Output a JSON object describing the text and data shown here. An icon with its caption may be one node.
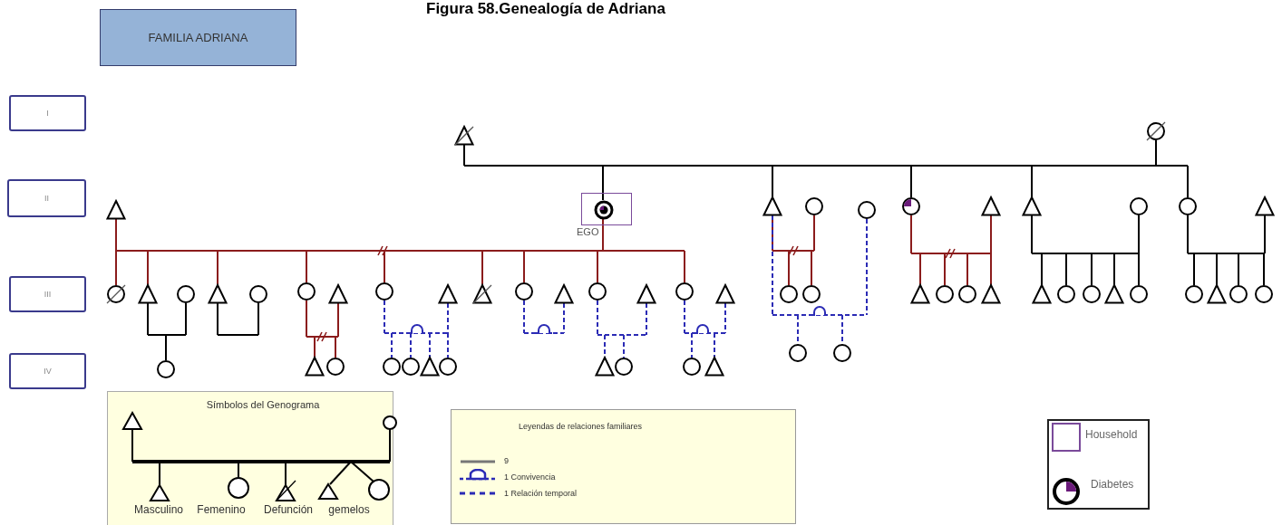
{
  "diagram": {
    "title": "Figura 58.Genealogía de Adriana",
    "nodes": [
      {
        "text": [
          "FAMILIA ADRIANA"
        ]
      },
      {
        "text": [
          "I"
        ]
      },
      {
        "text": [
          "II"
        ]
      },
      {
        "text": [
          "III"
        ]
      },
      {
        "text": [
          "IV"
        ]
      },
      {
        "text": [],
        "shape": "triangle"
      },
      {
        "text": [],
        "shape": "circle"
      },
      {
        "text": [],
        "shape": "box"
      },
      {
        "text": [],
        "shape": "circle",
        "in": 7,
        "beside": [
          "EGO"
        ]
      },
      {
        "text": [],
        "shape": "triangle"
      },
      {
        "text": [],
        "shape": "triangle"
      },
      {
        "text": [],
        "shape": "circle"
      },
      {
        "text": [],
        "shape": "circle"
      },
      {
        "text": [],
        "shape": "circle"
      },
      {
        "text": [],
        "shape": "triangle"
      },
      {
        "text": [],
        "shape": "triangle"
      },
      {
        "text": [],
        "shape": "circle"
      },
      {
        "text": [],
        "shape": "circle"
      },
      {
        "text": [],
        "shape": "triangle"
      },
      {
        "text": [],
        "shape": "circle"
      },
      {
        "text": [],
        "shape": "triangle"
      },
      {
        "text": [],
        "shape": "circle"
      },
      {
        "text": [],
        "shape": "triangle"
      },
      {
        "text": [],
        "shape": "circle"
      },
      {
        "text": [],
        "shape": "circle"
      },
      {
        "text": [],
        "shape": "triangle"
      },
      {
        "text": [],
        "shape": "circle"
      },
      {
        "text": [],
        "shape": "triangle"
      },
      {
        "text": [],
        "shape": "triangle"
      },
      {
        "text": [],
        "shape": "circle"
      },
      {
        "text": [],
        "shape": "triangle"
      },
      {
        "text": [],
        "shape": "circle"
      },
      {
        "text": [],
        "shape": "triangle"
      },
      {
        "text": [],
        "shape": "circle"
      },
      {
        "text": [],
        "shape": "triangle"
      },
      {
        "text": [],
        "shape": "circle"
      },
      {
        "text": [],
        "shape": "circle"
      },
      {
        "text": [],
        "shape": "triangle"
      },
      {
        "text": [],
        "shape": "circle"
      },
      {
        "text": [],
        "shape": "circle"
      },
      {
        "text": [],
        "shape": "triangle"
      },
      {
        "text": [],
        "shape": "triangle"
      },
      {
        "text": [],
        "shape": "circle"
      },
      {
        "text": [],
        "shape": "circle"
      },
      {
        "text": [],
        "shape": "triangle"
      },
      {
        "text": [],
        "shape": "circle"
      },
      {
        "text": [],
        "shape": "circle"
      },
      {
        "text": [],
        "shape": "triangle"
      },
      {
        "text": [],
        "shape": "circle"
      },
      {
        "text": [],
        "shape": "circle"
      },
      {
        "text": [],
        "shape": "circle"
      },
      {
        "text": [],
        "shape": "circle"
      },
      {
        "text": [],
        "shape": "circle"
      },
      {
        "text": [],
        "shape": "triangle"
      },
      {
        "text": [],
        "shape": "circle"
      },
      {
        "text": [],
        "shape": "circle"
      },
      {
        "text": [],
        "shape": "circle"
      },
      {
        "text": [],
        "shape": "triangle"
      },
      {
        "text": [],
        "shape": "circle"
      },
      {
        "text": [],
        "shape": "triangle"
      },
      {
        "text": [],
        "shape": "circle"
      },
      {
        "text": [],
        "shape": "circle"
      },
      {
        "text": [],
        "shape": "triangle"
      }
    ],
    "edges": [
      {
        "from": 5,
        "to": 6,
        "arrow": "none",
        "color": "#000000"
      },
      {
        "from": 5,
        "to": 8,
        "arrow": "none",
        "color": "#000000"
      },
      {
        "from": 6,
        "to": 8,
        "arrow": "none",
        "color": "#000000"
      },
      {
        "from": 5,
        "to": 10,
        "arrow": "none",
        "color": "#000000"
      },
      {
        "from": 6,
        "to": 10,
        "arrow": "none",
        "color": "#000000"
      },
      {
        "from": 5,
        "to": 13,
        "arrow": "none",
        "color": "#000000"
      },
      {
        "from": 6,
        "to": 13,
        "arrow": "none",
        "color": "#000000"
      },
      {
        "from": 5,
        "to": 15,
        "arrow": "none",
        "color": "#000000"
      },
      {
        "from": 6,
        "to": 15,
        "arrow": "none",
        "color": "#000000"
      },
      {
        "from": 5,
        "to": 17,
        "arrow": "none",
        "color": "#000000"
      },
      {
        "from": 6,
        "to": 17,
        "arrow": "none",
        "color": "#000000"
      },
      {
        "from": 9,
        "to": 8,
        "arrow": "none",
        "color": "#8b1c1c"
      },
      {
        "from": 9,
        "to": 19,
        "arrow": "none",
        "color": "#8b1c1c"
      },
      {
        "from": 8,
        "to": 19,
        "arrow": "none",
        "color": "#8b1c1c"
      },
      {
        "from": 9,
        "to": 20,
        "arrow": "none",
        "color": "#8b1c1c"
      },
      {
        "from": 8,
        "to": 20,
        "arrow": "none",
        "color": "#8b1c1c"
      },
      {
        "from": 9,
        "to": 22,
        "arrow": "none",
        "color": "#8b1c1c"
      },
      {
        "from": 8,
        "to": 22,
        "arrow": "none",
        "color": "#8b1c1c"
      },
      {
        "from": 9,
        "to": 24,
        "arrow": "none",
        "color": "#8b1c1c"
      },
      {
        "from": 8,
        "to": 24,
        "arrow": "none",
        "color": "#8b1c1c"
      },
      {
        "from": 9,
        "to": 26,
        "arrow": "none",
        "color": "#8b1c1c"
      },
      {
        "from": 8,
        "to": 26,
        "arrow": "none",
        "color": "#8b1c1c"
      },
      {
        "from": 9,
        "to": 28,
        "arrow": "none",
        "color": "#8b1c1c"
      },
      {
        "from": 8,
        "to": 28,
        "arrow": "none",
        "color": "#8b1c1c"
      },
      {
        "from": 9,
        "to": 29,
        "arrow": "none",
        "color": "#8b1c1c"
      },
      {
        "from": 8,
        "to": 29,
        "arrow": "none",
        "color": "#8b1c1c"
      },
      {
        "from": 9,
        "to": 31,
        "arrow": "none",
        "color": "#8b1c1c"
      },
      {
        "from": 8,
        "to": 31,
        "arrow": "none",
        "color": "#8b1c1c"
      },
      {
        "from": 9,
        "to": 33,
        "arrow": "none",
        "color": "#8b1c1c"
      },
      {
        "from": 8,
        "to": 33,
        "arrow": "none",
        "color": "#8b1c1c"
      },
      {
        "from": 20,
        "to": 21,
        "arrow": "none",
        "color": "#000000"
      },
      {
        "from": 20,
        "to": 52,
        "arrow": "none",
        "color": "#000000"
      },
      {
        "from": 21,
        "to": 52,
        "arrow": "none",
        "color": "#000000"
      },
      {
        "from": 22,
        "to": 23,
        "arrow": "none",
        "color": "#000000"
      },
      {
        "from": 24,
        "to": 25,
        "arrow": "none",
        "color": "#8b1c1c"
      },
      {
        "from": 24,
        "to": 53,
        "arrow": "none",
        "color": "#8b1c1c"
      },
      {
        "from": 25,
        "to": 53,
        "arrow": "none",
        "color": "#8b1c1c"
      },
      {
        "from": 24,
        "to": 54,
        "arrow": "none",
        "color": "#8b1c1c"
      },
      {
        "from": 25,
        "to": 54,
        "arrow": "none",
        "color": "#8b1c1c"
      },
      {
        "from": 26,
        "to": 27,
        "arrow": "none",
        "style": "dashed",
        "color": "#2b2bb5"
      },
      {
        "from": 26,
        "to": 55,
        "arrow": "none",
        "style": "dashed",
        "color": "#2b2bb5"
      },
      {
        "from": 27,
        "to": 55,
        "arrow": "none",
        "style": "dashed",
        "color": "#2b2bb5"
      },
      {
        "from": 26,
        "to": 56,
        "arrow": "none",
        "style": "dashed",
        "color": "#2b2bb5"
      },
      {
        "from": 27,
        "to": 56,
        "arrow": "none",
        "style": "dashed",
        "color": "#2b2bb5"
      },
      {
        "from": 26,
        "to": 57,
        "arrow": "none",
        "style": "dashed",
        "color": "#2b2bb5"
      },
      {
        "from": 27,
        "to": 57,
        "arrow": "none",
        "style": "dashed",
        "color": "#2b2bb5"
      },
      {
        "from": 26,
        "to": 58,
        "arrow": "none",
        "style": "dashed",
        "color": "#2b2bb5"
      },
      {
        "from": 27,
        "to": 58,
        "arrow": "none",
        "style": "dashed",
        "color": "#2b2bb5"
      },
      {
        "from": 29,
        "to": 30,
        "arrow": "none",
        "style": "dashed",
        "color": "#2b2bb5"
      },
      {
        "from": 31,
        "to": 32,
        "arrow": "none",
        "style": "dashed",
        "color": "#2b2bb5"
      },
      {
        "from": 31,
        "to": 59,
        "arrow": "none",
        "style": "dashed",
        "color": "#2b2bb5"
      },
      {
        "from": 32,
        "to": 59,
        "arrow": "none",
        "style": "dashed",
        "color": "#2b2bb5"
      },
      {
        "from": 31,
        "to": 60,
        "arrow": "none",
        "style": "dashed",
        "color": "#2b2bb5"
      },
      {
        "from": 32,
        "to": 60,
        "arrow": "none",
        "style": "dashed",
        "color": "#2b2bb5"
      },
      {
        "from": 33,
        "to": 34,
        "arrow": "none",
        "style": "dashed",
        "color": "#2b2bb5"
      },
      {
        "from": 33,
        "to": 61,
        "arrow": "none",
        "style": "dashed",
        "color": "#2b2bb5"
      },
      {
        "from": 34,
        "to": 61,
        "arrow": "none",
        "style": "dashed",
        "color": "#2b2bb5"
      },
      {
        "from": 33,
        "to": 62,
        "arrow": "none",
        "style": "dashed",
        "color": "#2b2bb5"
      },
      {
        "from": 34,
        "to": 62,
        "arrow": "none",
        "style": "dashed",
        "color": "#2b2bb5"
      },
      {
        "from": 10,
        "to": 11,
        "arrow": "none",
        "color": "#8b1c1c"
      },
      {
        "from": 10,
        "to": 35,
        "arrow": "none",
        "color": "#8b1c1c"
      },
      {
        "from": 11,
        "to": 35,
        "arrow": "none",
        "color": "#8b1c1c"
      },
      {
        "from": 10,
        "to": 36,
        "arrow": "none",
        "color": "#8b1c1c"
      },
      {
        "from": 11,
        "to": 36,
        "arrow": "none",
        "color": "#8b1c1c"
      },
      {
        "from": 10,
        "to": 12,
        "arrow": "none",
        "style": "dashed",
        "color": "#2b2bb5"
      },
      {
        "from": 10,
        "to": 50,
        "arrow": "none",
        "style": "dashed",
        "color": "#2b2bb5"
      },
      {
        "from": 12,
        "to": 50,
        "arrow": "none",
        "style": "dashed",
        "color": "#2b2bb5"
      },
      {
        "from": 10,
        "to": 51,
        "arrow": "none",
        "style": "dashed",
        "color": "#2b2bb5"
      },
      {
        "from": 12,
        "to": 51,
        "arrow": "none",
        "style": "dashed",
        "color": "#2b2bb5"
      },
      {
        "from": 13,
        "to": 14,
        "arrow": "none",
        "color": "#8b1c1c"
      },
      {
        "from": 13,
        "to": 37,
        "arrow": "none",
        "color": "#8b1c1c"
      },
      {
        "from": 14,
        "to": 37,
        "arrow": "none",
        "color": "#8b1c1c"
      },
      {
        "from": 13,
        "to": 38,
        "arrow": "none",
        "color": "#8b1c1c"
      },
      {
        "from": 14,
        "to": 38,
        "arrow": "none",
        "color": "#8b1c1c"
      },
      {
        "from": 13,
        "to": 39,
        "arrow": "none",
        "color": "#8b1c1c"
      },
      {
        "from": 14,
        "to": 39,
        "arrow": "none",
        "color": "#8b1c1c"
      },
      {
        "from": 13,
        "to": 40,
        "arrow": "none",
        "color": "#8b1c1c"
      },
      {
        "from": 14,
        "to": 40,
        "arrow": "none",
        "color": "#8b1c1c"
      },
      {
        "from": 15,
        "to": 16,
        "arrow": "none",
        "color": "#000000"
      },
      {
        "from": 15,
        "to": 41,
        "arrow": "none",
        "color": "#000000"
      },
      {
        "from": 16,
        "to": 41,
        "arrow": "none",
        "color": "#000000"
      },
      {
        "from": 15,
        "to": 42,
        "arrow": "none",
        "color": "#000000"
      },
      {
        "from": 16,
        "to": 42,
        "arrow": "none",
        "color": "#000000"
      },
      {
        "from": 15,
        "to": 43,
        "arrow": "none",
        "color": "#000000"
      },
      {
        "from": 16,
        "to": 43,
        "arrow": "none",
        "color": "#000000"
      },
      {
        "from": 15,
        "to": 44,
        "arrow": "none",
        "color": "#000000"
      },
      {
        "from": 16,
        "to": 44,
        "arrow": "none",
        "color": "#000000"
      },
      {
        "from": 15,
        "to": 45,
        "arrow": "none",
        "color": "#000000"
      },
      {
        "from": 16,
        "to": 45,
        "arrow": "none",
        "color": "#000000"
      },
      {
        "from": 17,
        "to": 18,
        "arrow": "none",
        "color": "#000000"
      },
      {
        "from": 17,
        "to": 46,
        "arrow": "none",
        "color": "#000000"
      },
      {
        "from": 18,
        "to": 46,
        "arrow": "none",
        "color": "#000000"
      },
      {
        "from": 17,
        "to": 47,
        "arrow": "none",
        "color": "#000000"
      },
      {
        "from": 18,
        "to": 47,
        "arrow": "none",
        "color": "#000000"
      },
      {
        "from": 17,
        "to": 48,
        "arrow": "none",
        "color": "#000000"
      },
      {
        "from": 18,
        "to": 48,
        "arrow": "none",
        "color": "#000000"
      },
      {
        "from": 17,
        "to": 49,
        "arrow": "none",
        "color": "#000000"
      },
      {
        "from": 18,
        "to": 49,
        "arrow": "none",
        "color": "#000000"
      }
    ],
    "labels": [
      "Símbolos del Genograma",
      "Leyendas de relaciones familiares"
    ],
    "legend": [
      {
        "text": "Masculino"
      },
      {
        "text": "Femenino"
      },
      {
        "text": "Defunción"
      },
      {
        "text": "gemelos"
      },
      {
        "text": "9"
      },
      {
        "text": "1 Convivencia"
      },
      {
        "text": "1 Relación temporal"
      },
      {
        "text": "Household"
      },
      {
        "text": "Diabetes"
      }
    ]
  }
}
